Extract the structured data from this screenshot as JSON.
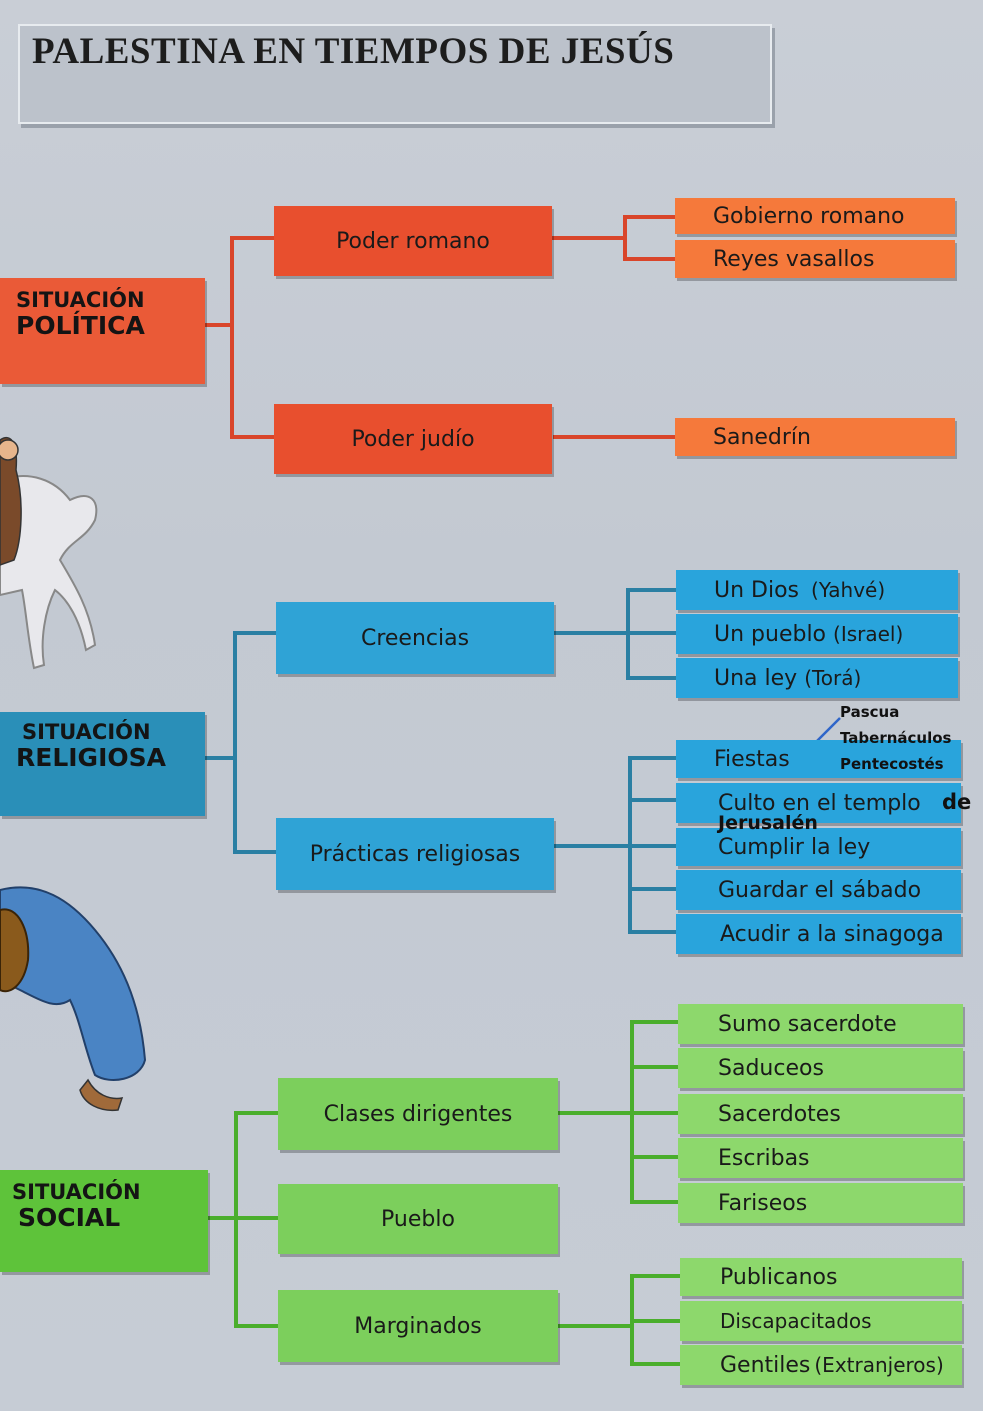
{
  "title": "PALESTINA EN TIEMPOS DE JESÚS",
  "colors": {
    "politica": "#e84f2e",
    "politica_leaf": "#f5793b",
    "religiosa": "#2a8fb8",
    "religiosa_leaf": "#29a4dc",
    "social": "#5ec33a",
    "social_leaf": "#8dd86c"
  },
  "politica": {
    "label_1": "SITUACIÓN",
    "label_2": "POLÍTICA",
    "poder_romano": "Poder romano",
    "poder_judio": "Poder judío",
    "gobierno_romano": "Gobierno romano",
    "reyes_vasallos": "Reyes vasallos",
    "sanedrin": "Sanedrín"
  },
  "religiosa": {
    "label_1": "SITUACIÓN",
    "label_2": "RELIGIOSA",
    "creencias": "Creencias",
    "practicas": "Prácticas religiosas",
    "un_dios": "Un Dios",
    "un_dios_paren": "(Yahvé)",
    "un_pueblo": "Un pueblo",
    "un_pueblo_paren": "(Israel)",
    "una_ley": "Una ley",
    "una_ley_paren": "(Torá)",
    "fiestas": "Fiestas",
    "fiestas_notes": [
      "Pascua",
      "Tabernáculos",
      "Pentecostés"
    ],
    "culto": "Culto en el templo",
    "culto_de": "de",
    "culto_jerusalen": "Jerusalén",
    "cumplir": "Cumplir la ley",
    "guardar": "Guardar el sábado",
    "acudir": "Acudir a la sinagoga"
  },
  "social": {
    "label_1": "SITUACIÓN",
    "label_2": "SOCIAL",
    "clases": "Clases dirigentes",
    "pueblo": "Pueblo",
    "marginados": "Marginados",
    "sumo": "Sumo sacerdote",
    "saduceos": "Saduceos",
    "sacerdotes": "Sacerdotes",
    "escribas": "Escribas",
    "fariseos": "Fariseos",
    "publicanos": "Publicanos",
    "discapacitados": "Discapacitados",
    "gentiles": "Gentiles",
    "gentiles_paren": "(Extranjeros)"
  }
}
